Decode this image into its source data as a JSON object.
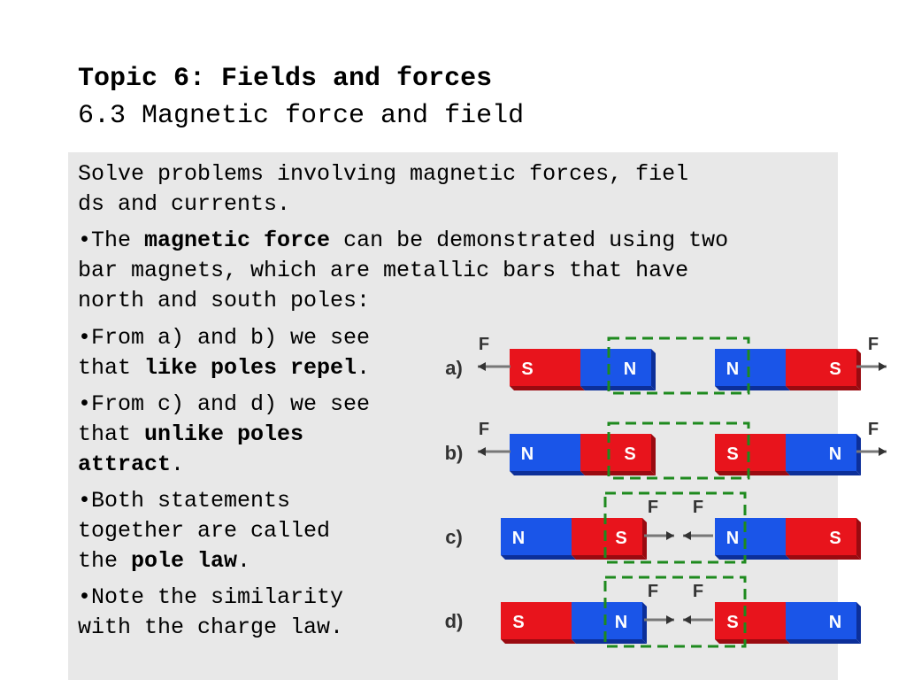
{
  "title": "Topic 6: Fields and forces",
  "subtitle": "6.3 Magnetic force and field",
  "intro": "Solve problems involving magnetic forces, fields and currents.",
  "bullet_1": {
    "marker": "•",
    "pre": "The ",
    "bold": "magnetic force",
    "post": " can be demonstrated using two bar magnets, which are metallic bars that have north and south poles:"
  },
  "bullet_2": {
    "marker": "•",
    "pre": "From a) and b) we see that ",
    "bold": "like poles repel",
    "post": "."
  },
  "bullet_3": {
    "marker": "•",
    "pre": "From c) and d) we see that ",
    "bold": "unlike poles attract",
    "post": "."
  },
  "bullet_4": {
    "marker": "•",
    "pre": "Both statements together are called the ",
    "bold": "pole law",
    "post": "."
  },
  "bullet_5": {
    "marker": "•",
    "text": "Note the similarity with the charge law."
  },
  "diagram": {
    "force_label": "F",
    "rows": [
      {
        "label": "a)",
        "magnet_left": [
          "S",
          "N"
        ],
        "magnet_right": [
          "N",
          "S"
        ]
      },
      {
        "label": "b)",
        "magnet_left": [
          "N",
          "S"
        ],
        "magnet_right": [
          "S",
          "N"
        ]
      },
      {
        "label": "c)",
        "magnet_left": [
          "N",
          "S"
        ],
        "magnet_right": [
          "N",
          "S"
        ]
      },
      {
        "label": "d)",
        "magnet_left": [
          "S",
          "N"
        ],
        "magnet_right": [
          "S",
          "N"
        ]
      }
    ],
    "colors": {
      "north": "#1a55e8",
      "south": "#e8141c",
      "highlight": "#1e8a1e",
      "arrow": "#777777"
    }
  }
}
